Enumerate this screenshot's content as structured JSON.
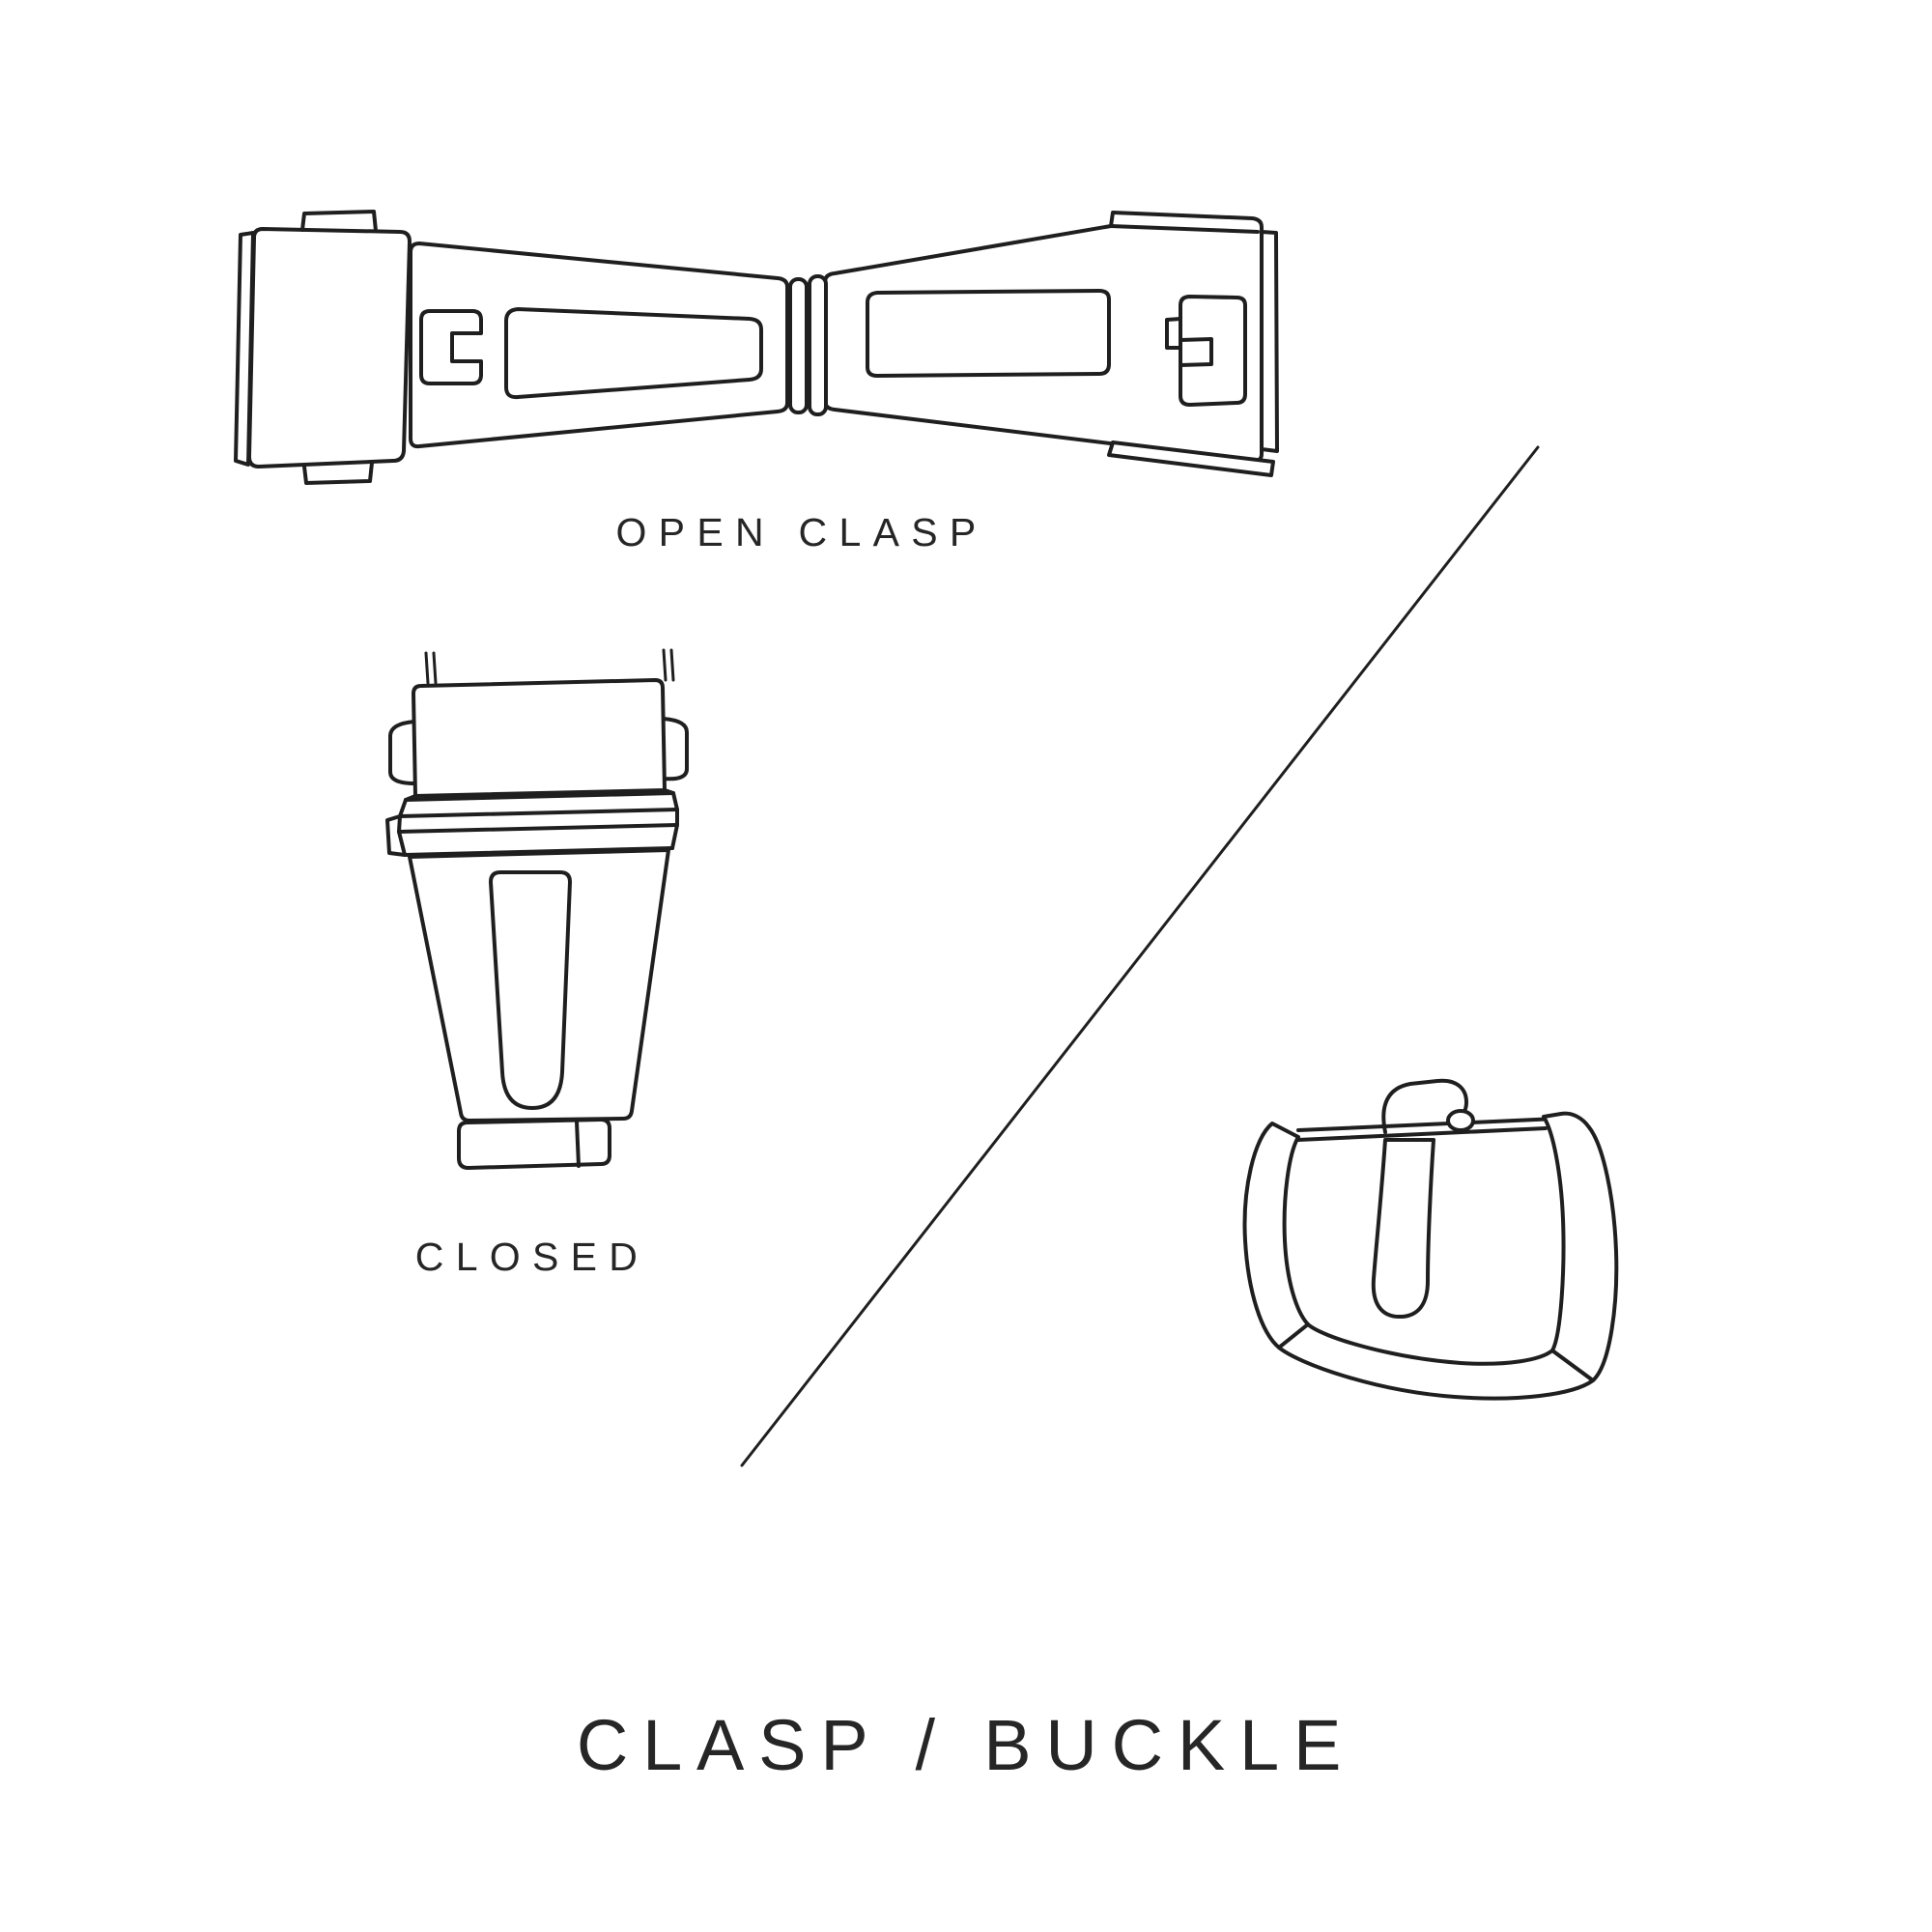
{
  "title": "CLASP / BUCKLE",
  "captions": {
    "open_clasp": "OPEN CLASP",
    "closed": "CLOSED"
  },
  "colors": {
    "background": "#ffffff",
    "line": "#1f1f1f",
    "text": "#262626"
  }
}
